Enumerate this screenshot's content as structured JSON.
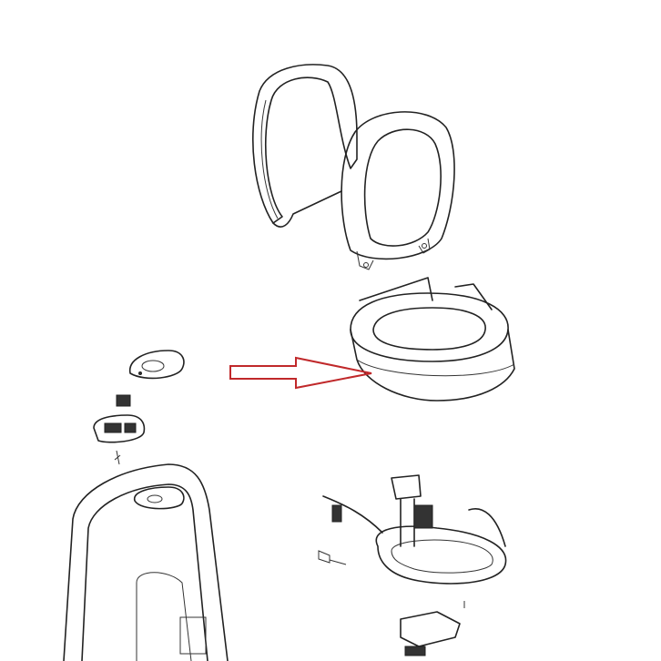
{
  "diagram": {
    "colors": {
      "line": "#222222",
      "arrow": "#c0282a",
      "background": "#ffffff"
    },
    "parts": [
      {
        "name": "seat-lid",
        "icon": "lid-outline"
      },
      {
        "name": "toilet-seat",
        "icon": "seat-outline"
      },
      {
        "name": "bowl-top",
        "icon": "bowl-outline"
      },
      {
        "name": "flush-button-cover",
        "icon": "button-cover"
      },
      {
        "name": "small-switch",
        "icon": "switch"
      },
      {
        "name": "flush-button-panel",
        "icon": "button-panel"
      },
      {
        "name": "cabinet-housing",
        "icon": "housing"
      },
      {
        "name": "water-pump-assembly",
        "icon": "pump"
      },
      {
        "name": "connector-bracket",
        "icon": "bracket"
      }
    ],
    "highlight_arrow": {
      "points_to": "bowl-top"
    }
  }
}
